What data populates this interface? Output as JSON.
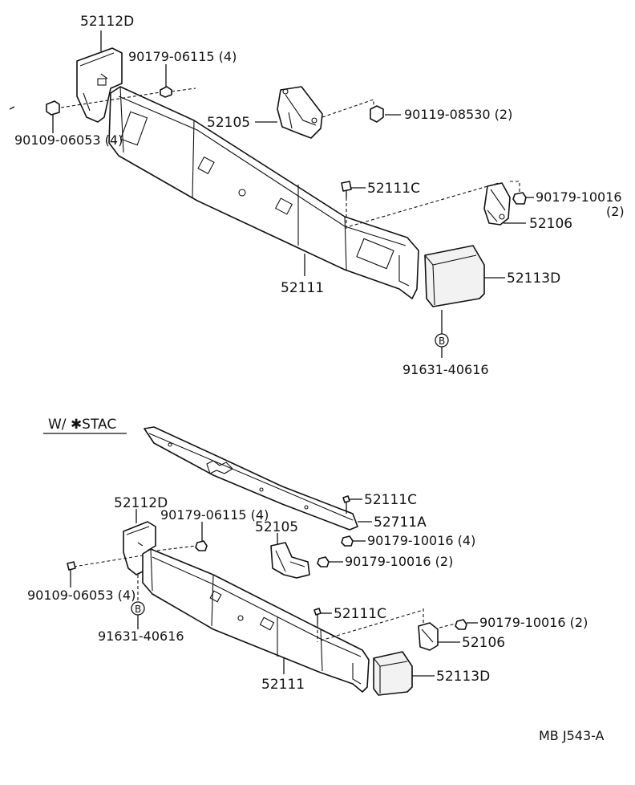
{
  "top": {
    "labels": {
      "end_cap_left": "52112D",
      "nut_left": "90179-06115 (4)",
      "bolt_left": "90109-06053 (4)",
      "bracket_left": "52105",
      "bolt_bracket": "90119-08530 (2)",
      "bolt_center": "52111C",
      "bracket_right": "52106",
      "nut_right_num": "90179-10016",
      "nut_right_qty": "(2)",
      "bumper_bar": "52111",
      "end_cap_right": "52113D",
      "marker_b": "B",
      "rivet": "91631-40616"
    }
  },
  "bottom": {
    "variant": "W/ ✱STAC",
    "labels": {
      "end_cap_left": "52112D",
      "nut_left": "90179-06115 (4)",
      "bracket_left": "52105",
      "bolt_left": "90109-06053 (4)",
      "marker_b": "B",
      "rivet": "91631-40616",
      "bolt_top": "52111C",
      "reinforcement": "52711A",
      "nut_reinf": "90179-10016 (4)",
      "nut_bracket": "90179-10016 (2)",
      "bolt_center": "52111C",
      "nut_right": "90179-10016 (2)",
      "bracket_right": "52106",
      "bumper_bar": "52111",
      "end_cap_right": "52113D"
    }
  },
  "footer": {
    "code": "MB  J543-A"
  }
}
